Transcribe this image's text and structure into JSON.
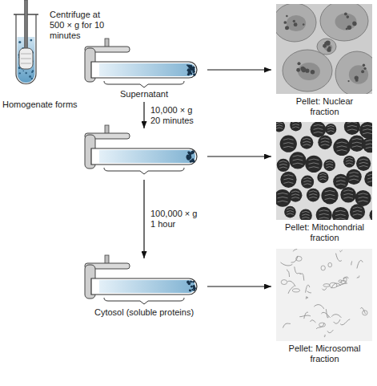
{
  "diagram": {
    "nodes": [
      {
        "text": [
          "Homogenate forms"
        ]
      },
      {
        "text": [
          "Supernatant"
        ]
      },
      {
        "text": [
          "Pellet: Nuclear fraction"
        ]
      },
      {
        "text": []
      },
      {
        "text": [
          "Pellet: Mitochondrial fraction"
        ]
      },
      {
        "text": [
          "Cytosol (soluble proteins)"
        ]
      },
      {
        "text": [
          "Pellet: Microsomal fraction"
        ]
      }
    ],
    "edges": [
      {
        "from": 1,
        "to": 2,
        "arrow": "to"
      },
      {
        "from": 1,
        "to": 3,
        "arrow": "to",
        "label": "10,000 × g 20 minutes"
      },
      {
        "from": 3,
        "to": 4,
        "arrow": "to"
      },
      {
        "from": 3,
        "to": 5,
        "arrow": "to",
        "label": "100,000 × g 1 hour"
      },
      {
        "from": 5,
        "to": 6,
        "arrow": "to"
      }
    ],
    "labels": [
      "Centrifuge at 500 × g for 10 minutes"
    ]
  }
}
